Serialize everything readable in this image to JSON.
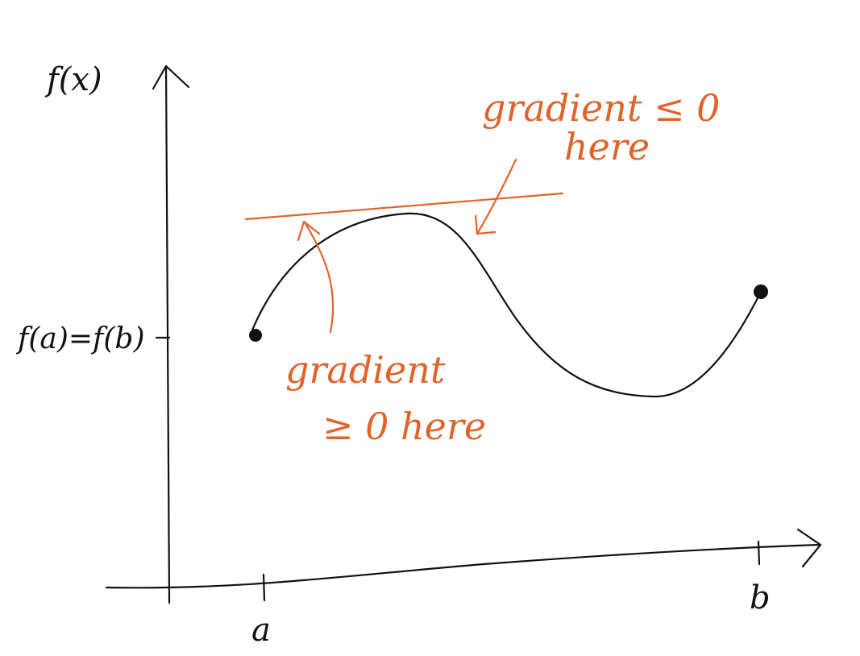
{
  "diagram": {
    "y_axis_label": "f(x)",
    "y_tick_label": "f(a)=f(b)",
    "x_tick_a": "a",
    "x_tick_b": "b",
    "note_top_line1": "gradient ≤ 0",
    "note_top_line2": "here",
    "note_bottom_line1": "gradient",
    "note_bottom_line2": "≥ 0 here"
  },
  "colors": {
    "ink": "#111111",
    "annotation": "#e0642a"
  }
}
